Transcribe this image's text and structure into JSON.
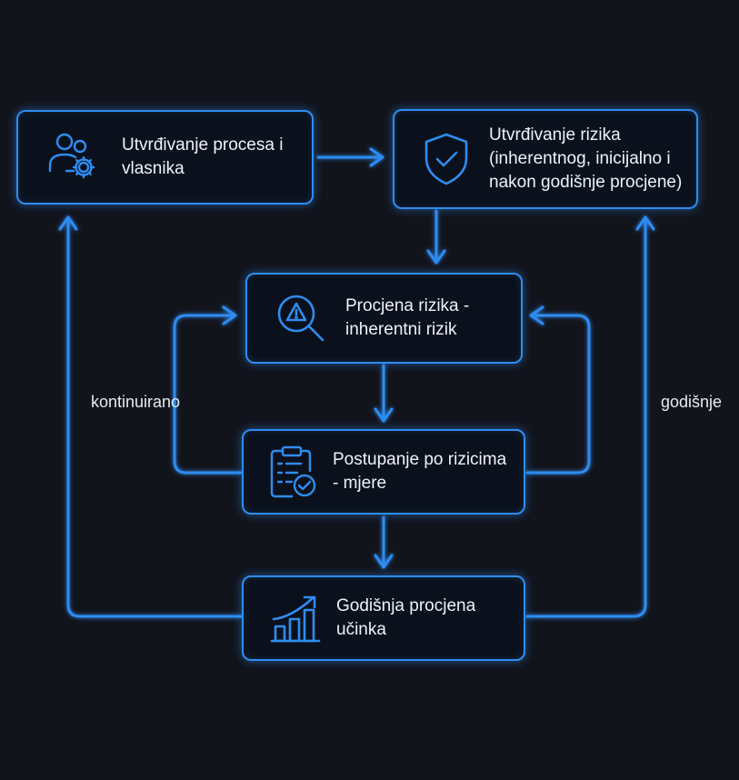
{
  "nodes": {
    "process_owners": "Utvrđivanje procesa i\nvlasnika",
    "risk_identification": "Utvrđivanje rizika\n(inherentnog, inicijalno i\nnakon godišnje procjene)",
    "risk_assessment": "Procjena rizika -\ninherentni rizik",
    "risk_treatment": "Postupanje po rizicima\n- mjere",
    "performance_review": "Godišnja procjena\nučinka"
  },
  "labels": {
    "left_loop": "kontinuirano",
    "right_loop": "godišnje"
  },
  "icons": {
    "process_owners": "user-gear-icon",
    "risk_identification": "shield-check-icon",
    "risk_assessment": "magnifier-warning-icon",
    "risk_treatment": "clipboard-check-icon",
    "performance_review": "bar-chart-trend-icon"
  },
  "colors": {
    "background": "#12141c",
    "accent": "#2f8cf0",
    "text": "#eef2f8"
  }
}
